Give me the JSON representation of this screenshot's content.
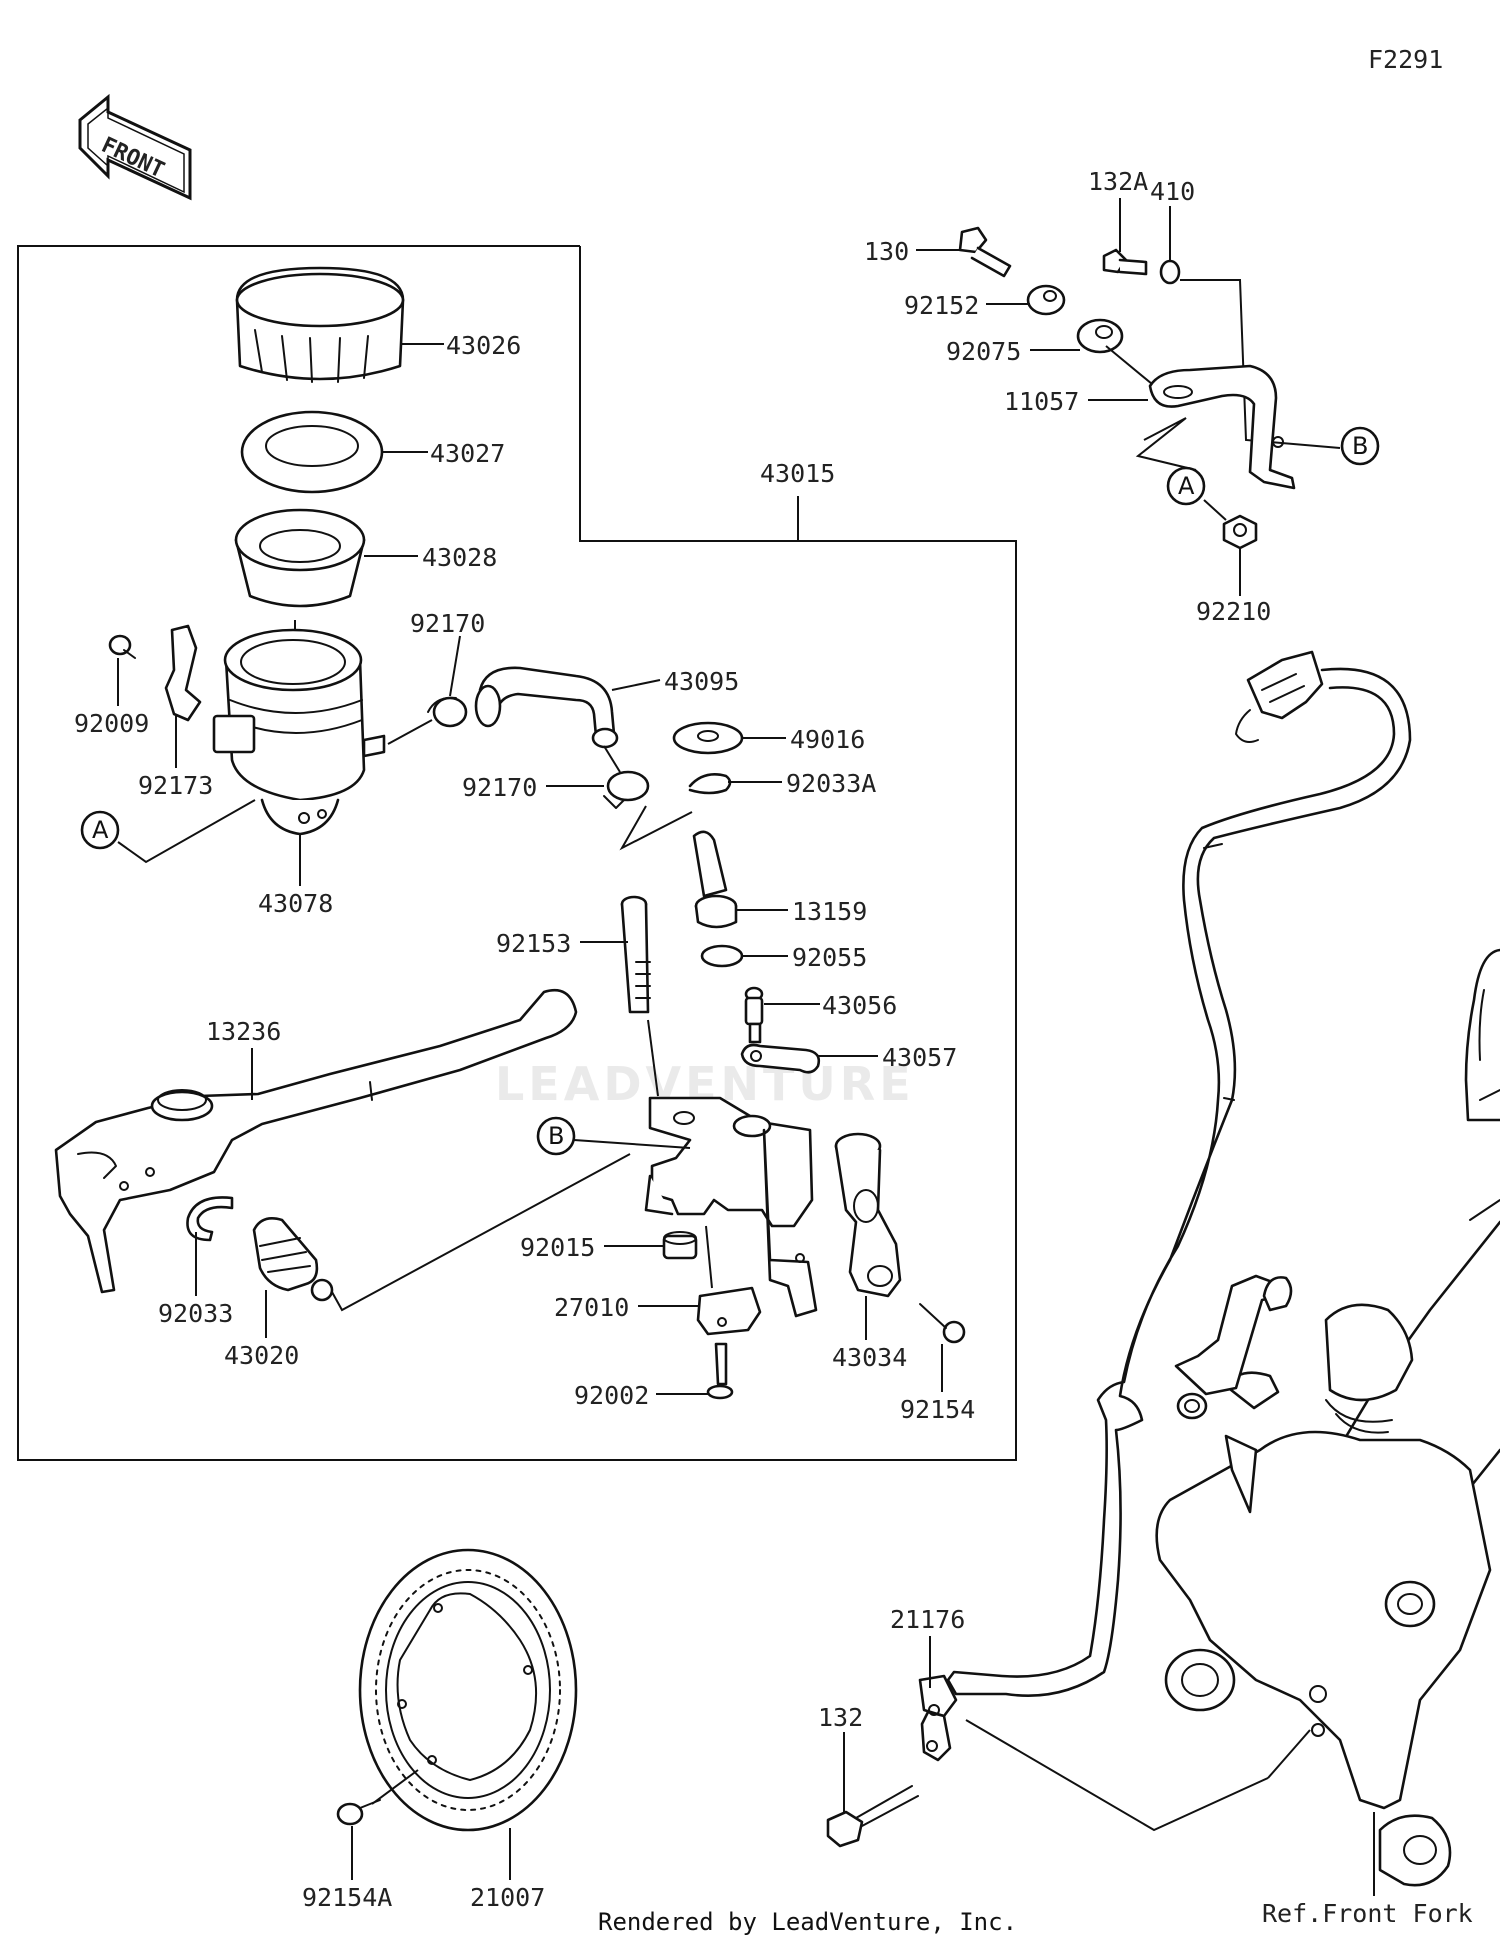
{
  "figure_code": "F2291",
  "front_arrow_label": "FRONT",
  "watermark": "LEADVENTURE",
  "assembly_label": "43015",
  "ref_label": "Ref.Front Fork",
  "footer": "Rendered by LeadVenture, Inc.",
  "callouts": {
    "A": "A",
    "B": "B"
  },
  "parts": {
    "p43026": "43026",
    "p43027": "43027",
    "p43028": "43028",
    "p92170a": "92170",
    "p43095": "43095",
    "p49016": "49016",
    "p92009": "92009",
    "p92173": "92173",
    "p92170b": "92170",
    "p92033A": "92033A",
    "p43078": "43078",
    "p13159": "13159",
    "p92153": "92153",
    "p92055": "92055",
    "p43056": "43056",
    "p13236": "13236",
    "p43057": "43057",
    "p92015": "92015",
    "p92033": "92033",
    "p27010": "27010",
    "p43020": "43020",
    "p43034": "43034",
    "p92002": "92002",
    "p92154": "92154",
    "p130": "130",
    "p132A": "132A",
    "p410": "410",
    "p92152": "92152",
    "p92075": "92075",
    "p11057": "11057",
    "p92210": "92210",
    "p21176": "21176",
    "p132": "132",
    "p92154A": "92154A",
    "p21007": "21007"
  }
}
